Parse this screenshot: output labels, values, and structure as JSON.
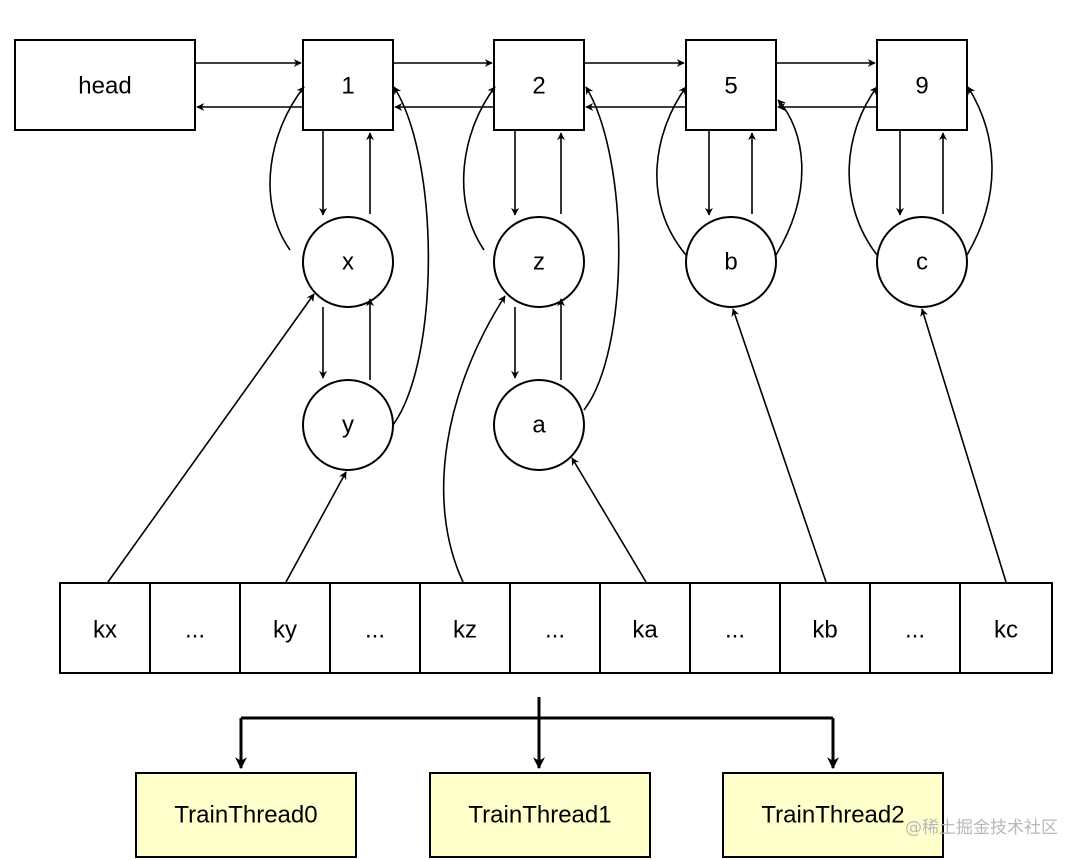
{
  "list": {
    "head": "head",
    "nodes": [
      "1",
      "2",
      "5",
      "9"
    ]
  },
  "buckets": {
    "x": "x",
    "y": "y",
    "z": "z",
    "a": "a",
    "b": "b",
    "c": "c"
  },
  "array": {
    "cells": [
      "kx",
      "...",
      "ky",
      "...",
      "kz",
      "...",
      "ka",
      "...",
      "kb",
      "...",
      "kc"
    ]
  },
  "threads": [
    "TrainThread0",
    "TrainThread1",
    "TrainThread2"
  ],
  "watermark": "@稀土掘金技术社区"
}
